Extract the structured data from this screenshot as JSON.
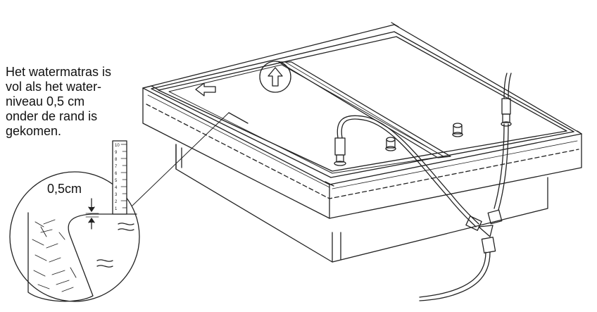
{
  "instruction": {
    "lines": [
      "Het watermatras is",
      "vol als het water-",
      "niveau 0,5 cm",
      "onder de rand is",
      "gekomen."
    ]
  },
  "detail": {
    "gap_label": "0,5cm",
    "ruler_digits": [
      "1",
      "2",
      "3",
      "4",
      "5",
      "6",
      "7",
      "8",
      "9",
      "10"
    ]
  }
}
